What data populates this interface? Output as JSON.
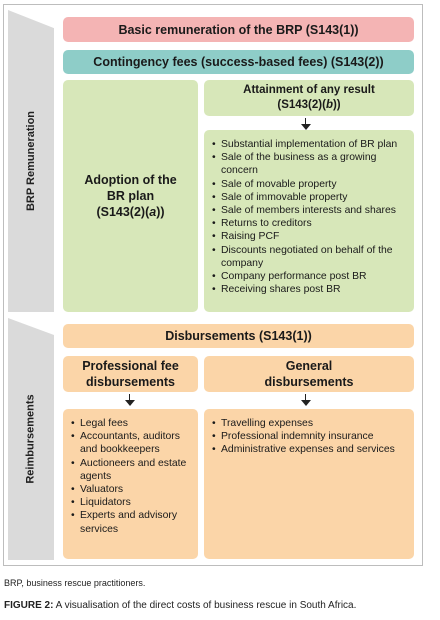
{
  "side_labels": {
    "remuneration": "BRP Remuneration",
    "reimbursements": "Reimbursements"
  },
  "remuneration": {
    "basic": "Basic remuneration of the BRP (S143(1))",
    "contingency": "Contingency fees (success-based fees) (S143(2))",
    "adoption": {
      "line1": "Adoption of the",
      "line2": "BR plan",
      "line3a": "(S143(2)(",
      "line3b": "a",
      "line3c": "))"
    },
    "attainment": {
      "line1": "Attainment of any result",
      "line2a": "(S143(2)(",
      "line2b": "b",
      "line2c": "))"
    },
    "results": [
      "Substantial implementation of BR plan",
      "Sale of the business as a growing concern",
      "Sale of movable property",
      "Sale of immovable property",
      "Sale of members interests and shares",
      "Returns to creditors",
      "Raising PCF",
      "Discounts negotiated on behalf of the company",
      "Company performance post BR",
      "Receiving shares post BR"
    ]
  },
  "reimbursements": {
    "disbursements": "Disbursements (S143(1))",
    "professional": {
      "line1": "Professional fee",
      "line2": "disbursements",
      "items": [
        "Legal fees",
        "Accountants, auditors and bookkeepers",
        "Auctioneers and estate agents",
        "Valuators",
        "Liquidators",
        "Experts and advisory services"
      ]
    },
    "general": {
      "line1": "General",
      "line2": "disbursements",
      "items": [
        "Travelling expenses",
        "Professional indemnity insurance",
        "Administrative expenses and services"
      ]
    }
  },
  "footnote": "BRP, business rescue practitioners.",
  "caption": {
    "label": "FIGURE 2:",
    "text": " A visualisation of the direct costs of business rescue in South Africa."
  },
  "colors": {
    "pink": "#f4b4b4",
    "teal": "#8ecdc8",
    "green": "#d7e7b9",
    "orange": "#fbd5a8",
    "arrow_grey": "#dadada"
  }
}
